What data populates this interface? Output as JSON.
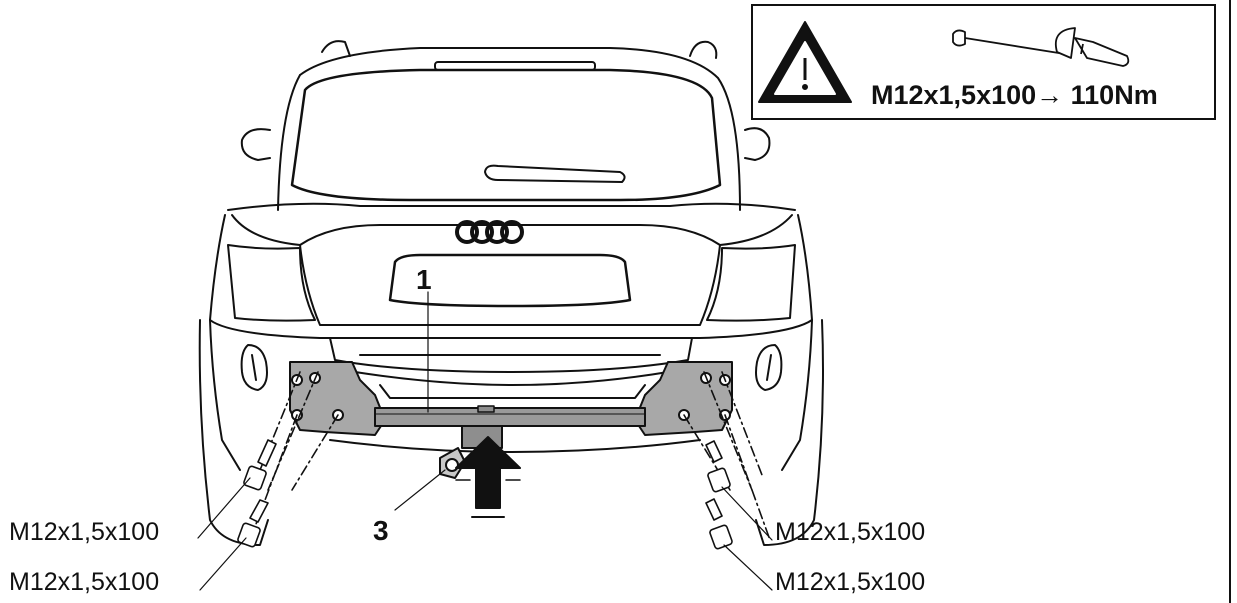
{
  "torque_spec": "M12x1,5x100→ 110Nm",
  "callouts": {
    "part_1": "1",
    "part_3": "3"
  },
  "bolts": {
    "left_upper": "M12x1,5x100",
    "left_lower": "M12x1,5x100",
    "right_upper": "M12x1,5x100",
    "right_lower": "M12x1,5x100"
  },
  "icons": {
    "warning": "warning-triangle-icon",
    "torque_wrench": "torque-wrench-icon",
    "brand": "audi-rings-logo",
    "direction": "up-arrow-icon"
  }
}
